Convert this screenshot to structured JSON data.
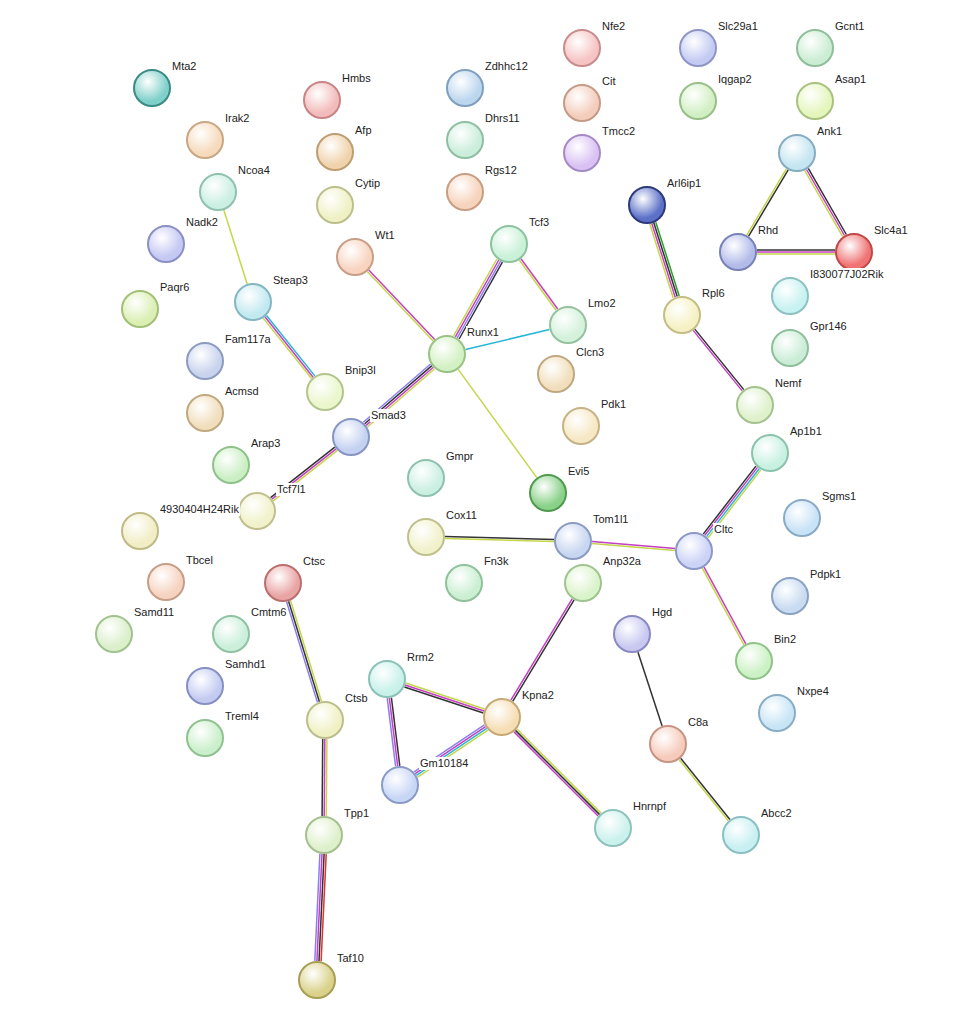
{
  "diagram": {
    "nodes": [
      {
        "text": [
          "Mta2"
        ]
      },
      {
        "text": [
          "Hmbs"
        ]
      },
      {
        "text": [
          "Zdhhc12"
        ]
      },
      {
        "text": [
          "Nfe2"
        ]
      },
      {
        "text": [
          "Cit"
        ]
      },
      {
        "text": [
          "Tmcc2"
        ]
      },
      {
        "text": [
          "Slc29a1"
        ]
      },
      {
        "text": [
          "Iqgap2"
        ]
      },
      {
        "text": [
          "Gcnt1"
        ]
      },
      {
        "text": [
          "Asap1"
        ]
      },
      {
        "text": [
          "Irak2"
        ]
      },
      {
        "text": [
          "Afp"
        ]
      },
      {
        "text": [
          "Dhrs11"
        ]
      },
      {
        "text": [
          "Rgs12"
        ]
      },
      {
        "text": [
          "Ncoa4"
        ]
      },
      {
        "text": [
          "Cytip"
        ]
      },
      {
        "text": [
          "Arl6ip1"
        ]
      },
      {
        "text": [
          "Ank1"
        ]
      },
      {
        "text": [
          "Nadk2"
        ]
      },
      {
        "text": [
          "Wt1"
        ]
      },
      {
        "text": [
          "Tcf3"
        ]
      },
      {
        "text": [
          "Rhd"
        ]
      },
      {
        "text": [
          "Slc4a1"
        ]
      },
      {
        "text": [
          "Steap3"
        ]
      },
      {
        "text": [
          "Paqr6"
        ]
      },
      {
        "text": [
          "I830077J02Rik"
        ]
      },
      {
        "text": [
          "Rpl6"
        ]
      },
      {
        "text": [
          "Lmo2"
        ]
      },
      {
        "text": [
          "Gpr146"
        ]
      },
      {
        "text": [
          "Fam117a"
        ]
      },
      {
        "text": [
          "Runx1"
        ]
      },
      {
        "text": [
          "Clcn3"
        ]
      },
      {
        "text": [
          "Bnip3l"
        ]
      },
      {
        "text": [
          "Acmsd"
        ]
      },
      {
        "text": [
          "Nemf"
        ]
      },
      {
        "text": [
          "Smad3"
        ]
      },
      {
        "text": [
          "Pdk1"
        ]
      },
      {
        "text": [
          "Arap3"
        ]
      },
      {
        "text": [
          "Ap1b1"
        ]
      },
      {
        "text": [
          "Gmpr"
        ]
      },
      {
        "text": [
          "Evi5"
        ]
      },
      {
        "text": [
          "Tcf7l1"
        ]
      },
      {
        "text": [
          "4930404H24Rik"
        ]
      },
      {
        "text": [
          "Sgms1"
        ]
      },
      {
        "text": [
          "Cox11"
        ]
      },
      {
        "text": [
          "Tom1l1"
        ]
      },
      {
        "text": [
          "Cltc"
        ]
      },
      {
        "text": [
          "Fn3k"
        ]
      },
      {
        "text": [
          "Anp32a"
        ]
      },
      {
        "text": [
          "Tbcel"
        ]
      },
      {
        "text": [
          "Ctsc"
        ]
      },
      {
        "text": [
          "Pdpk1"
        ]
      },
      {
        "text": [
          "Samd11"
        ]
      },
      {
        "text": [
          "Cmtm6"
        ]
      },
      {
        "text": [
          "Hgd"
        ]
      },
      {
        "text": [
          "Bin2"
        ]
      },
      {
        "text": [
          "Rrm2"
        ]
      },
      {
        "text": [
          "Samhd1"
        ]
      },
      {
        "text": [
          "Nxpe4"
        ]
      },
      {
        "text": [
          "Kpna2"
        ]
      },
      {
        "text": [
          "Ctsb"
        ]
      },
      {
        "text": [
          "C8a"
        ]
      },
      {
        "text": [
          "Treml4"
        ]
      },
      {
        "text": [
          "Gm10184"
        ]
      },
      {
        "text": [
          "Hnrnpf"
        ]
      },
      {
        "text": [
          "Abcc2"
        ]
      },
      {
        "text": [
          "Tpp1"
        ]
      },
      {
        "text": [
          "Taf10"
        ]
      }
    ],
    "edges": [
      {
        "from": 14,
        "to": 23,
        "arrow": "none"
      },
      {
        "from": 23,
        "to": 32,
        "arrow": "none"
      },
      {
        "from": 19,
        "to": 30,
        "arrow": "none"
      },
      {
        "from": 20,
        "to": 30,
        "arrow": "none"
      },
      {
        "from": 20,
        "to": 27,
        "arrow": "none"
      },
      {
        "from": 30,
        "to": 27,
        "arrow": "none"
      },
      {
        "from": 30,
        "to": 35,
        "arrow": "none"
      },
      {
        "from": 30,
        "to": 40,
        "arrow": "none"
      },
      {
        "from": 35,
        "to": 41,
        "arrow": "none"
      },
      {
        "from": 16,
        "to": 26,
        "arrow": "none"
      },
      {
        "from": 26,
        "to": 34,
        "arrow": "none"
      },
      {
        "from": 17,
        "to": 21,
        "arrow": "none"
      },
      {
        "from": 17,
        "to": 22,
        "arrow": "none"
      },
      {
        "from": 21,
        "to": 22,
        "arrow": "none"
      },
      {
        "from": 38,
        "to": 46,
        "arrow": "none"
      },
      {
        "from": 44,
        "to": 45,
        "arrow": "none"
      },
      {
        "from": 45,
        "to": 46,
        "arrow": "none"
      },
      {
        "from": 46,
        "to": 55,
        "arrow": "none"
      },
      {
        "from": 48,
        "to": 59,
        "arrow": "none"
      },
      {
        "from": 54,
        "to": 61,
        "arrow": "none"
      },
      {
        "from": 61,
        "to": 65,
        "arrow": "none"
      },
      {
        "from": 50,
        "to": 60,
        "arrow": "none"
      },
      {
        "from": 60,
        "to": 66,
        "arrow": "none"
      },
      {
        "from": 66,
        "to": 67,
        "arrow": "none"
      },
      {
        "from": 56,
        "to": 59,
        "arrow": "none"
      },
      {
        "from": 56,
        "to": 63,
        "arrow": "none"
      },
      {
        "from": 59,
        "to": 63,
        "arrow": "none"
      },
      {
        "from": 59,
        "to": 64,
        "arrow": "none"
      }
    ]
  }
}
